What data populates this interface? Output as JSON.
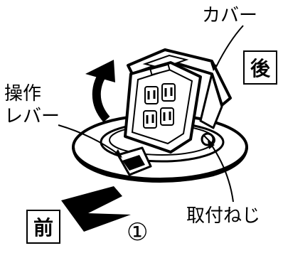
{
  "labels": {
    "cover": "カバー",
    "rear": "後",
    "lever_line1": "操作",
    "lever_line2": "レバー",
    "mount_screw": "取付ねじ",
    "front": "前",
    "step": "①"
  }
}
